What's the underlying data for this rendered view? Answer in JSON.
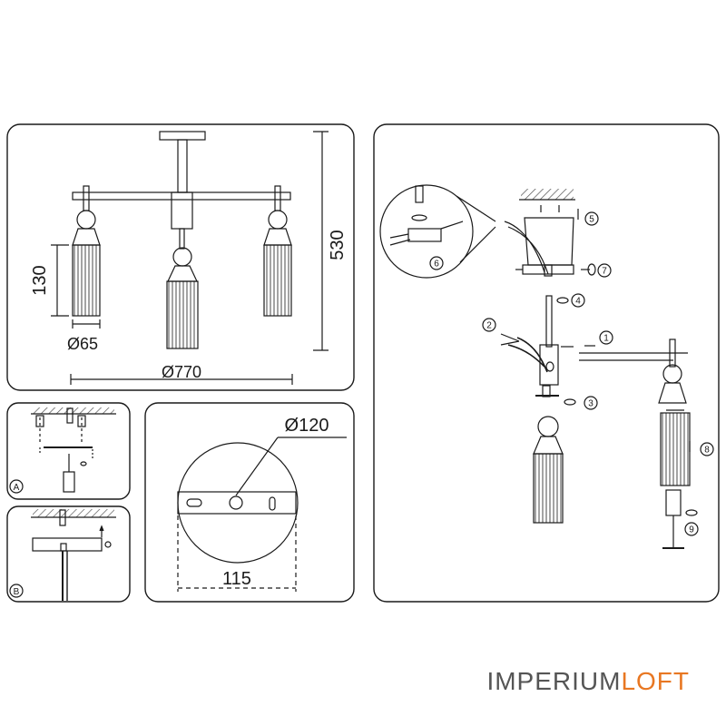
{
  "dimensions": {
    "height_total": "530",
    "shade_length": "130",
    "shade_diameter": "Ø65",
    "span": "Ø770",
    "canopy_diameter": "Ø120",
    "mount_spacing": "115"
  },
  "panel_letters": {
    "a": "A",
    "b": "B"
  },
  "steps": [
    "1",
    "2",
    "3",
    "4",
    "5",
    "6",
    "7",
    "8",
    "9"
  ],
  "brand": {
    "part1": "IMPERIUM",
    "part2": "LOFT"
  },
  "colors": {
    "line": "#1a1a1a",
    "brand_grey": "#555555",
    "brand_orange": "#e87722"
  }
}
